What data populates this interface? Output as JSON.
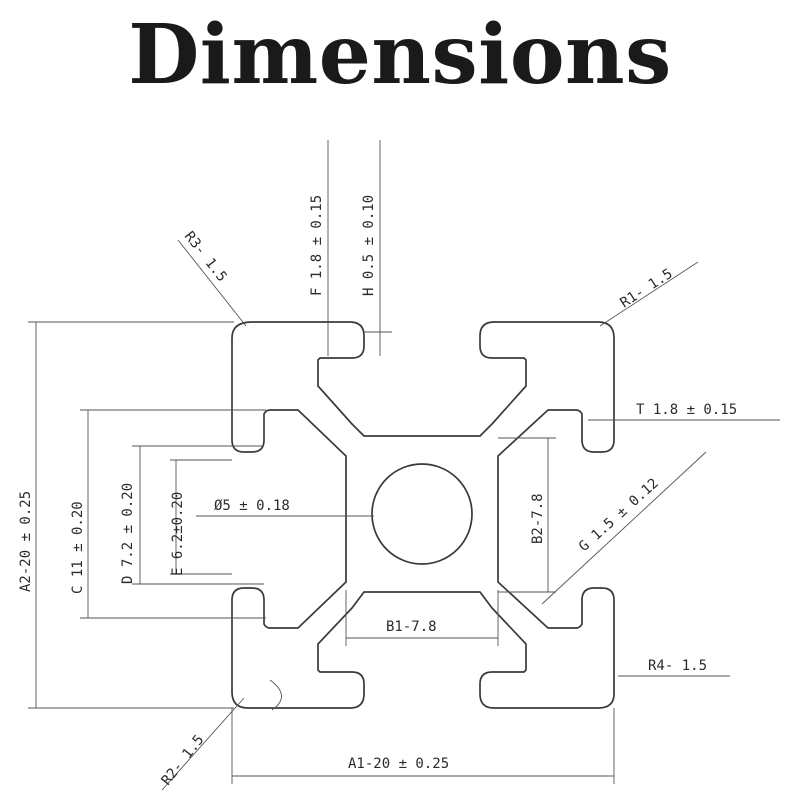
{
  "title": "Dimensions",
  "colors": {
    "ink": "#3a3a3a",
    "title": "#1a1a1a",
    "background": "#ffffff"
  },
  "labels": {
    "f": "F 1.8 ± 0.15",
    "h": "H 0.5 ± 0.10",
    "r3": "R3- 1.5",
    "r1": "R1- 1.5",
    "t": "T 1.8 ± 0.15",
    "a2": "A2-20 ± 0.25",
    "c": "C 11 ± 0.20",
    "d": "D 7.2 ± 0.20",
    "e": "E 6.2±0.20",
    "phi": "Ø5 ± 0.18",
    "b2": "B2-7.8",
    "g": "G 1.5 ± 0.12",
    "b1": "B1-7.8",
    "r4": "R4- 1.5",
    "r2": "R2- 1.5",
    "a1": "A1-20 ± 0.25"
  }
}
